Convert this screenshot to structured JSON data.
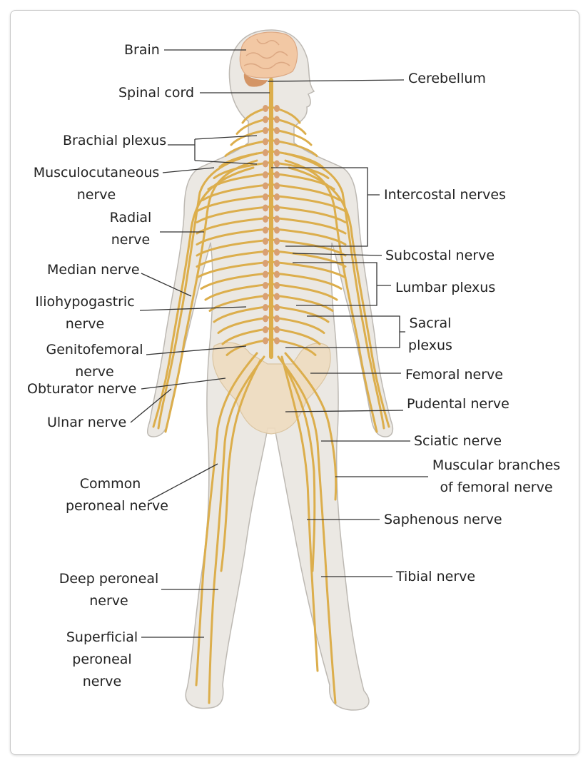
{
  "colors": {
    "body": "#ebe8e3",
    "outline": "#bdb9b3",
    "nerve": "#dcae4c",
    "brain": "#f2c8a4",
    "cerebellum": "#d49566",
    "bone": "#efdcc0",
    "leader": "#333333"
  },
  "labels": {
    "brain": "Brain",
    "spinal_cord": "Spinal cord",
    "cerebellum": "Cerebellum",
    "brachial_plexus": "Brachial plexus",
    "musculocutaneous_1": "Musculocutaneous",
    "musculocutaneous_2": "nerve",
    "radial_1": "Radial",
    "radial_2": "nerve",
    "median": "Median nerve",
    "iliohypogastric_1": "Iliohypogastric",
    "iliohypogastric_2": "nerve",
    "genitofemoral_1": "Genitofemoral",
    "genitofemoral_2": "nerve",
    "obturator": "Obturator nerve",
    "ulnar": "Ulnar nerve",
    "common_peroneal_1": "Common",
    "common_peroneal_2": "peroneal nerve",
    "deep_peroneal_1": "Deep peroneal",
    "deep_peroneal_2": "nerve",
    "superficial_peroneal_1": "Superficial",
    "superficial_peroneal_2": "peroneal",
    "superficial_peroneal_3": "nerve",
    "intercostal": "Intercostal nerves",
    "subcostal": "Subcostal nerve",
    "lumbar_plexus": "Lumbar plexus",
    "sacral_1": "Sacral",
    "sacral_2": "plexus",
    "femoral": "Femoral nerve",
    "pudental": "Pudental nerve",
    "sciatic": "Sciatic nerve",
    "muscular_1": "Muscular branches",
    "muscular_2": "of femoral nerve",
    "saphenous": "Saphenous nerve",
    "tibial": "Tibial nerve"
  }
}
